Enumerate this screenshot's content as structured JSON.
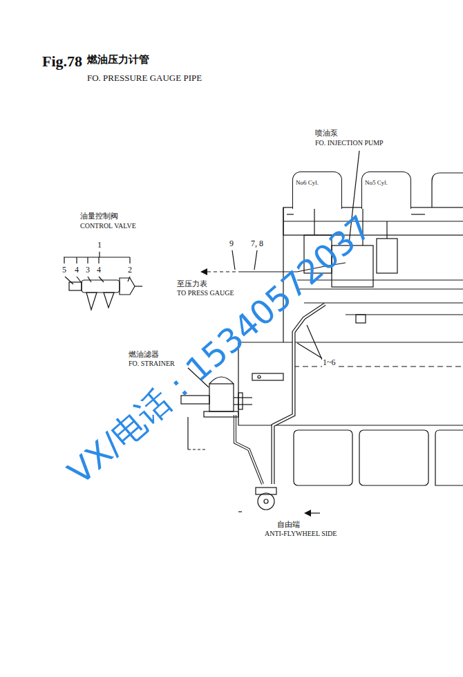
{
  "diagram": {
    "title": "燃油压力计管",
    "nodes": [
      {
        "text": [
          "No6 Cyl."
        ]
      },
      {
        "text": [
          "No5 Cyl."
        ]
      }
    ],
    "labels": [
      "Fig.78",
      "FO. PRESSURE GAUGE PIPE",
      "喷油泵",
      "FO. INJECTION PUMP",
      "油量控制阀",
      "CONTROL VALVE",
      "1",
      "5",
      "4",
      "3",
      "4",
      "2",
      "9",
      "7, 8",
      "至压力表",
      "TO PRESS GAUGE",
      "燃油滤器",
      "FO. STRAINER",
      "1~6",
      "自由端",
      "ANTI-FLYWHEEL SIDE",
      "VX/电话：15340572037"
    ]
  }
}
